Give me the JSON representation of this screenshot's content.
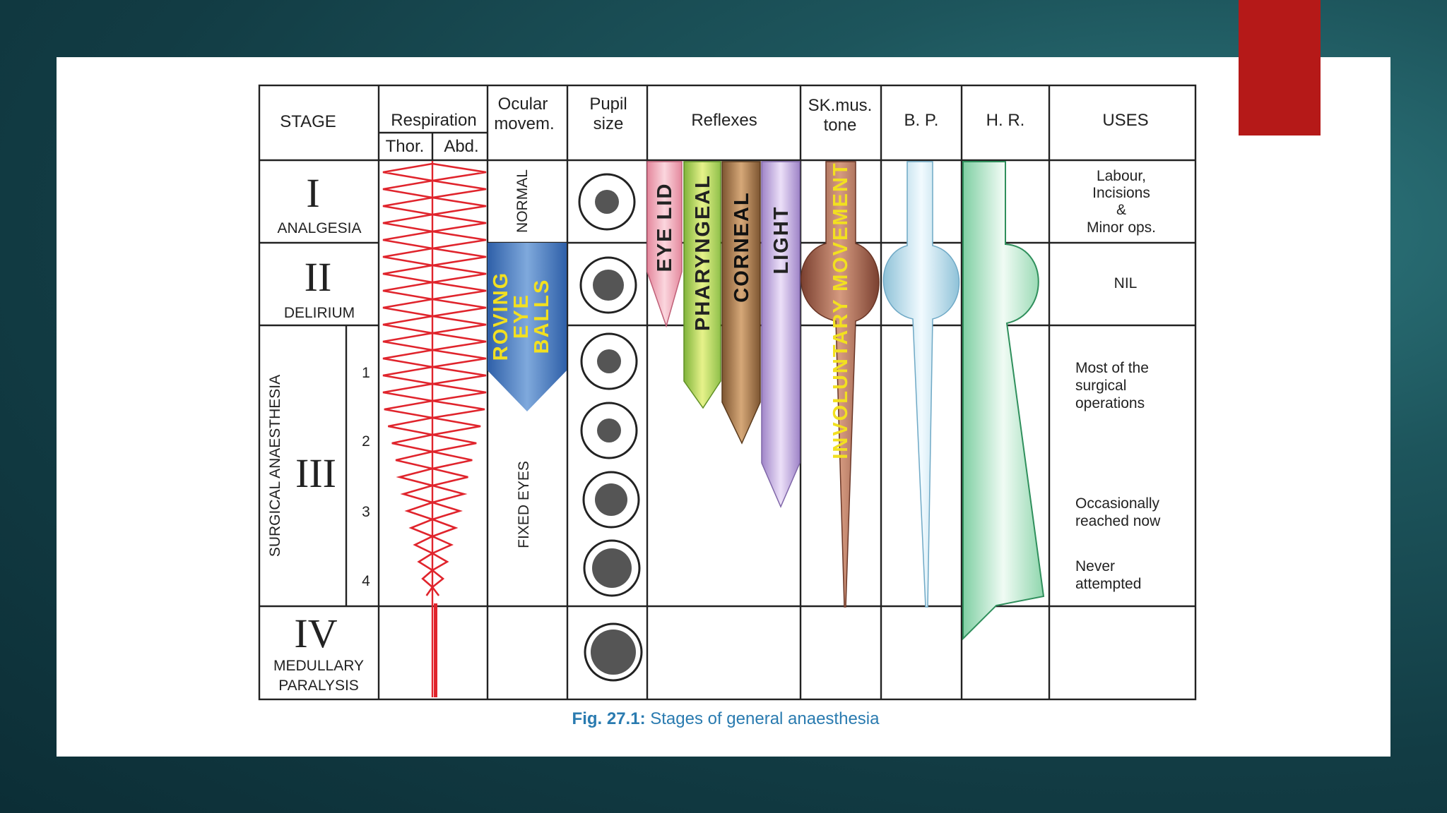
{
  "slide": {
    "background_color": "#123c44",
    "panel_color": "#ffffff",
    "accent_color": "#b51918"
  },
  "headers": {
    "stage": "STAGE",
    "respiration": "Respiration",
    "thor": "Thor.",
    "abd": "Abd.",
    "ocular_1": "Ocular",
    "ocular_2": "movem.",
    "pupil_1": "Pupil",
    "pupil_2": "size",
    "reflexes": "Reflexes",
    "skmus_1": "SK.mus.",
    "skmus_2": "tone",
    "bp": "B. P.",
    "hr": "H. R.",
    "uses": "USES"
  },
  "stages": {
    "s1_numeral": "I",
    "s1_name": "ANALGESIA",
    "s2_numeral": "II",
    "s2_name": "DELIRIUM",
    "s3_numeral": "III",
    "s3_name": "SURGICAL ANAESTHESIA",
    "s3_planes": [
      "1",
      "2",
      "3",
      "4"
    ],
    "s4_numeral": "IV",
    "s4_name_1": "MEDULLARY",
    "s4_name_2": "PARALYSIS"
  },
  "ocular": {
    "normal": "NORMAL",
    "roving_1": "ROVING",
    "roving_2": "EYE",
    "roving_3": "BALLS",
    "fixed": "FIXED EYES",
    "roving_color": "#4a7ec4"
  },
  "reflexes": [
    {
      "name": "EYE LID",
      "color": "#f2b8c4"
    },
    {
      "name": "PHARYNGEAL",
      "color": "#bfdc6a"
    },
    {
      "name": "CORNEAL",
      "color": "#a77a52"
    },
    {
      "name": "LIGHT",
      "color": "#c8b0e0"
    }
  ],
  "muscle_tone": {
    "label": "INVOLUNTARY MOVEMENT",
    "color": "#a86a52",
    "label_color": "#f2e020"
  },
  "bp_color": "#bfe0ec",
  "hr_color": "#b8e6cc",
  "respiration_color": "#e0242c",
  "uses": {
    "s1_1": "Labour,",
    "s1_2": "Incisions",
    "s1_3": "&",
    "s1_4": "Minor ops.",
    "s2": "NIL",
    "p1_1": "Most of the",
    "p1_2": "surgical",
    "p1_3": "operations",
    "p3_1": "Occasionally",
    "p3_2": "reached now",
    "p4_1": "Never",
    "p4_2": "attempted"
  },
  "caption": {
    "prefix": "Fig. 27.1:",
    "text": "Stages of general anaesthesia"
  }
}
